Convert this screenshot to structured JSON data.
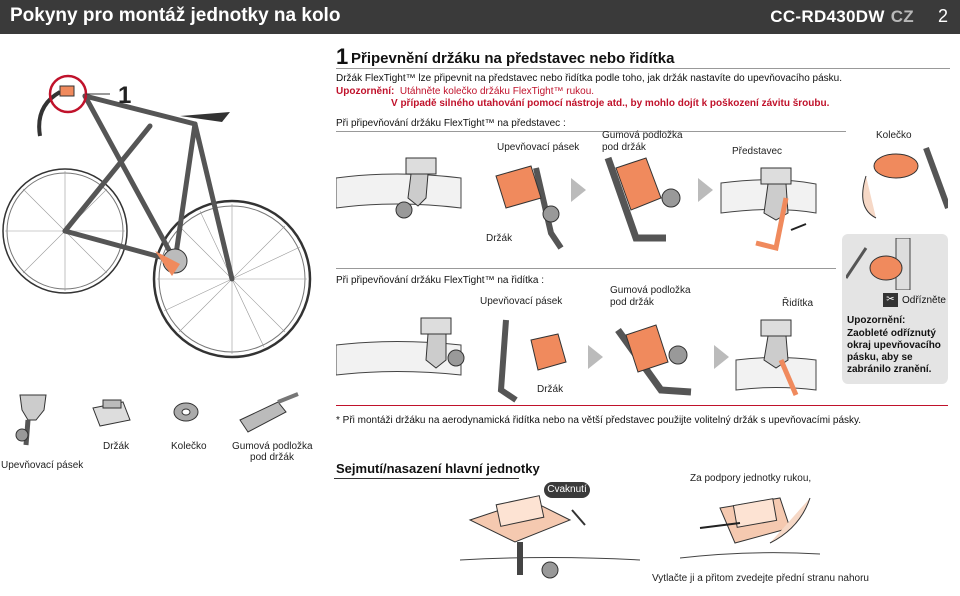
{
  "header": {
    "title": "Pokyny pro montáž jednotky na kolo",
    "model": "CC-RD430DW",
    "lang": "CZ",
    "page": "2"
  },
  "bike": {
    "step_number": "1"
  },
  "section1": {
    "number": "1",
    "title": "Připevnění držáku na představec nebo řidítka",
    "intro": "Držák FlexTight™ lze připevnit na představec nebo řidítka podle toho, jak držák nastavíte do upevňovacího pásku.",
    "warning_label": "Upozornění:",
    "warning_line1": "Utáhněte kolečko držáku FlexTight™ rukou.",
    "warning_line2": "V případě silného utahování pomocí nástroje atd., by mohlo dojít k poškození závitu šroubu.",
    "stem": {
      "heading": "Při připevňování držáku FlexTight™ na představec :",
      "strap": "Upevňovací pásek",
      "pad_line1": "Gumová podložka",
      "pad_line2": "pod držák",
      "stem_label": "Představec",
      "wheel": "Kolečko",
      "holder": "Držák"
    },
    "bar": {
      "heading": "Při připevňování držáku FlexTight™ na řidítka :",
      "strap": "Upevňovací pásek",
      "pad_line1": "Gumová podložka",
      "pad_line2": "pod držák",
      "bar_label": "Řidítka",
      "holder": "Držák"
    },
    "cut_box": {
      "cut_label": "Odřízněte",
      "title": "Upozornění:",
      "text": "Zaobleté odříznutý okraj upevňovacího pásku, aby se zabránilo zranění."
    },
    "footnote": "*  Při montáži držáku na aerodynamická řidítka nebo na větší představec použijte volitelný držák s upevňovacími pásky."
  },
  "parts": {
    "strap": "Upevňovací pásek",
    "holder": "Držák",
    "wheel": "Kolečko",
    "pad_line1": "Gumová podložka",
    "pad_line2": "pod držák"
  },
  "section2": {
    "title": "Sejmutí/nasazení hlavní jednotky",
    "callout": "Cvaknutí",
    "support_note": "Za podpory jednotky rukou,",
    "push_note": "Vytlačte ji a přitom zvedejte přední stranu nahoru"
  },
  "colors": {
    "accent_orange": "#f08a5d",
    "warning_red": "#c0122b",
    "header_bg": "#3a3a3a"
  }
}
